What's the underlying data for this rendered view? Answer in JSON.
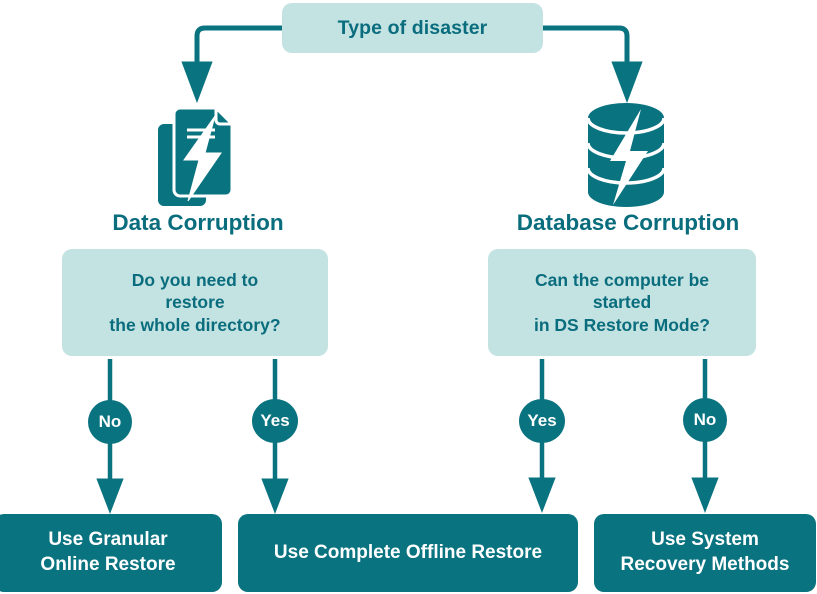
{
  "theme": {
    "accent_dark": "#0a7380",
    "accent_text": "#0a6d7d",
    "accent_light": "#c3e2e2",
    "white": "#ffffff",
    "background": "#ffffff"
  },
  "diagram": {
    "title_node": {
      "label": "Type of disaster"
    },
    "branches": [
      {
        "id": "data-corruption",
        "icon": "document-lightning-icon",
        "heading": "Data Corruption",
        "question": [
          "Do you need to",
          "restore",
          "the whole directory?"
        ],
        "answers": [
          {
            "label": "No",
            "result": [
              "Use Granular",
              "Online Restore"
            ]
          },
          {
            "label": "Yes",
            "result": [
              "Use Complete Offline Restore"
            ]
          }
        ]
      },
      {
        "id": "database-corruption",
        "icon": "database-lightning-icon",
        "heading": "Database Corruption",
        "question": [
          "Can the computer be",
          "started",
          "in DS Restore Mode?"
        ],
        "answers": [
          {
            "label": "Yes",
            "result": [
              "Use Complete Offline Restore"
            ]
          },
          {
            "label": "No",
            "result": [
              "Use System",
              "Recovery Methods"
            ]
          }
        ]
      }
    ],
    "results": [
      {
        "id": "granular-online-restore",
        "lines": [
          "Use Granular",
          "Online Restore"
        ]
      },
      {
        "id": "complete-offline-restore",
        "lines": [
          "Use Complete Offline Restore"
        ]
      },
      {
        "id": "system-recovery-methods",
        "lines": [
          "Use System",
          "Recovery Methods"
        ]
      }
    ],
    "pills": [
      {
        "id": "pill-no-left",
        "label": "No"
      },
      {
        "id": "pill-yes-left",
        "label": "Yes"
      },
      {
        "id": "pill-yes-right",
        "label": "Yes"
      },
      {
        "id": "pill-no-right",
        "label": "No"
      }
    ]
  }
}
